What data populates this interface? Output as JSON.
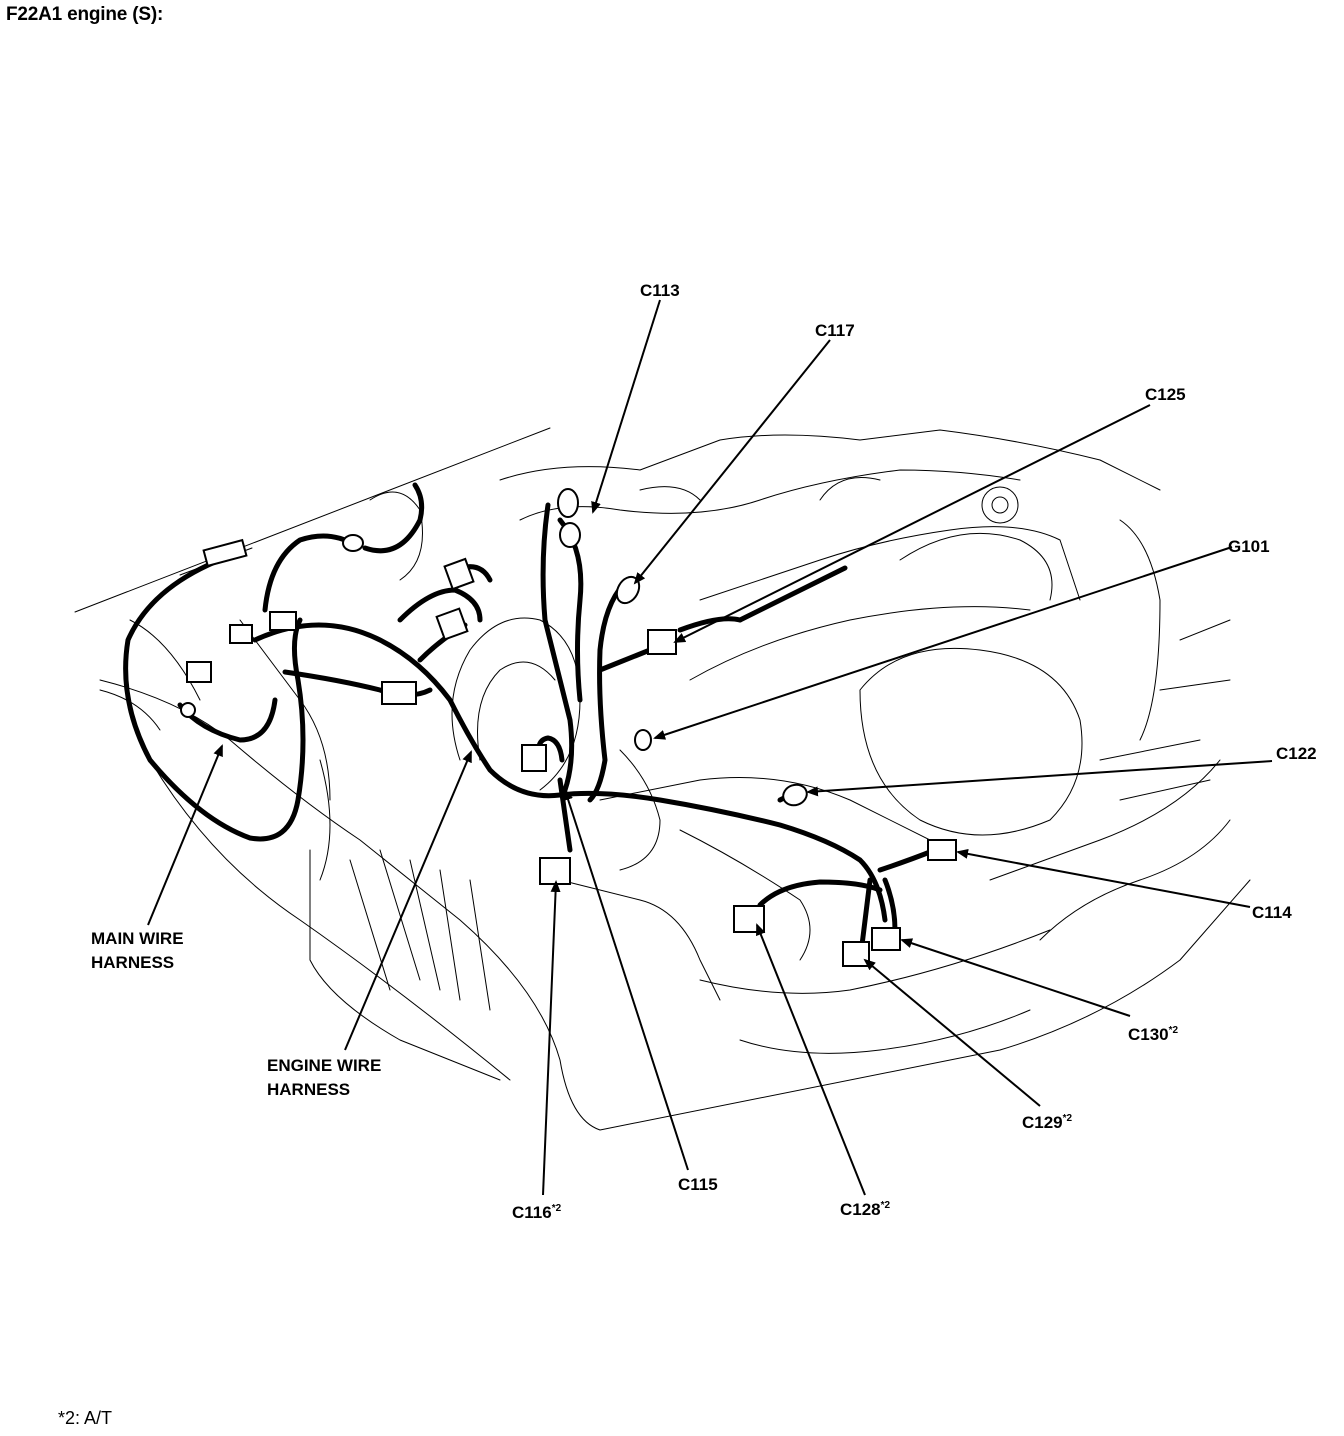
{
  "title": "F22A1 engine (S):",
  "footnote": "*2: A/T",
  "labels": {
    "c113": "C113",
    "c117": "C117",
    "c125": "C125",
    "g101": "G101",
    "c122": "C122",
    "c114": "C114",
    "c130": "C130",
    "c130_note": "*2",
    "c129": "C129",
    "c129_note": "*2",
    "c128": "C128",
    "c128_note": "*2",
    "c115": "C115",
    "c116": "C116",
    "c116_note": "*2",
    "main_harness_1": "MAIN WIRE",
    "main_harness_2": "HARNESS",
    "engine_harness_1": "ENGINE WIRE",
    "engine_harness_2": "HARNESS"
  }
}
